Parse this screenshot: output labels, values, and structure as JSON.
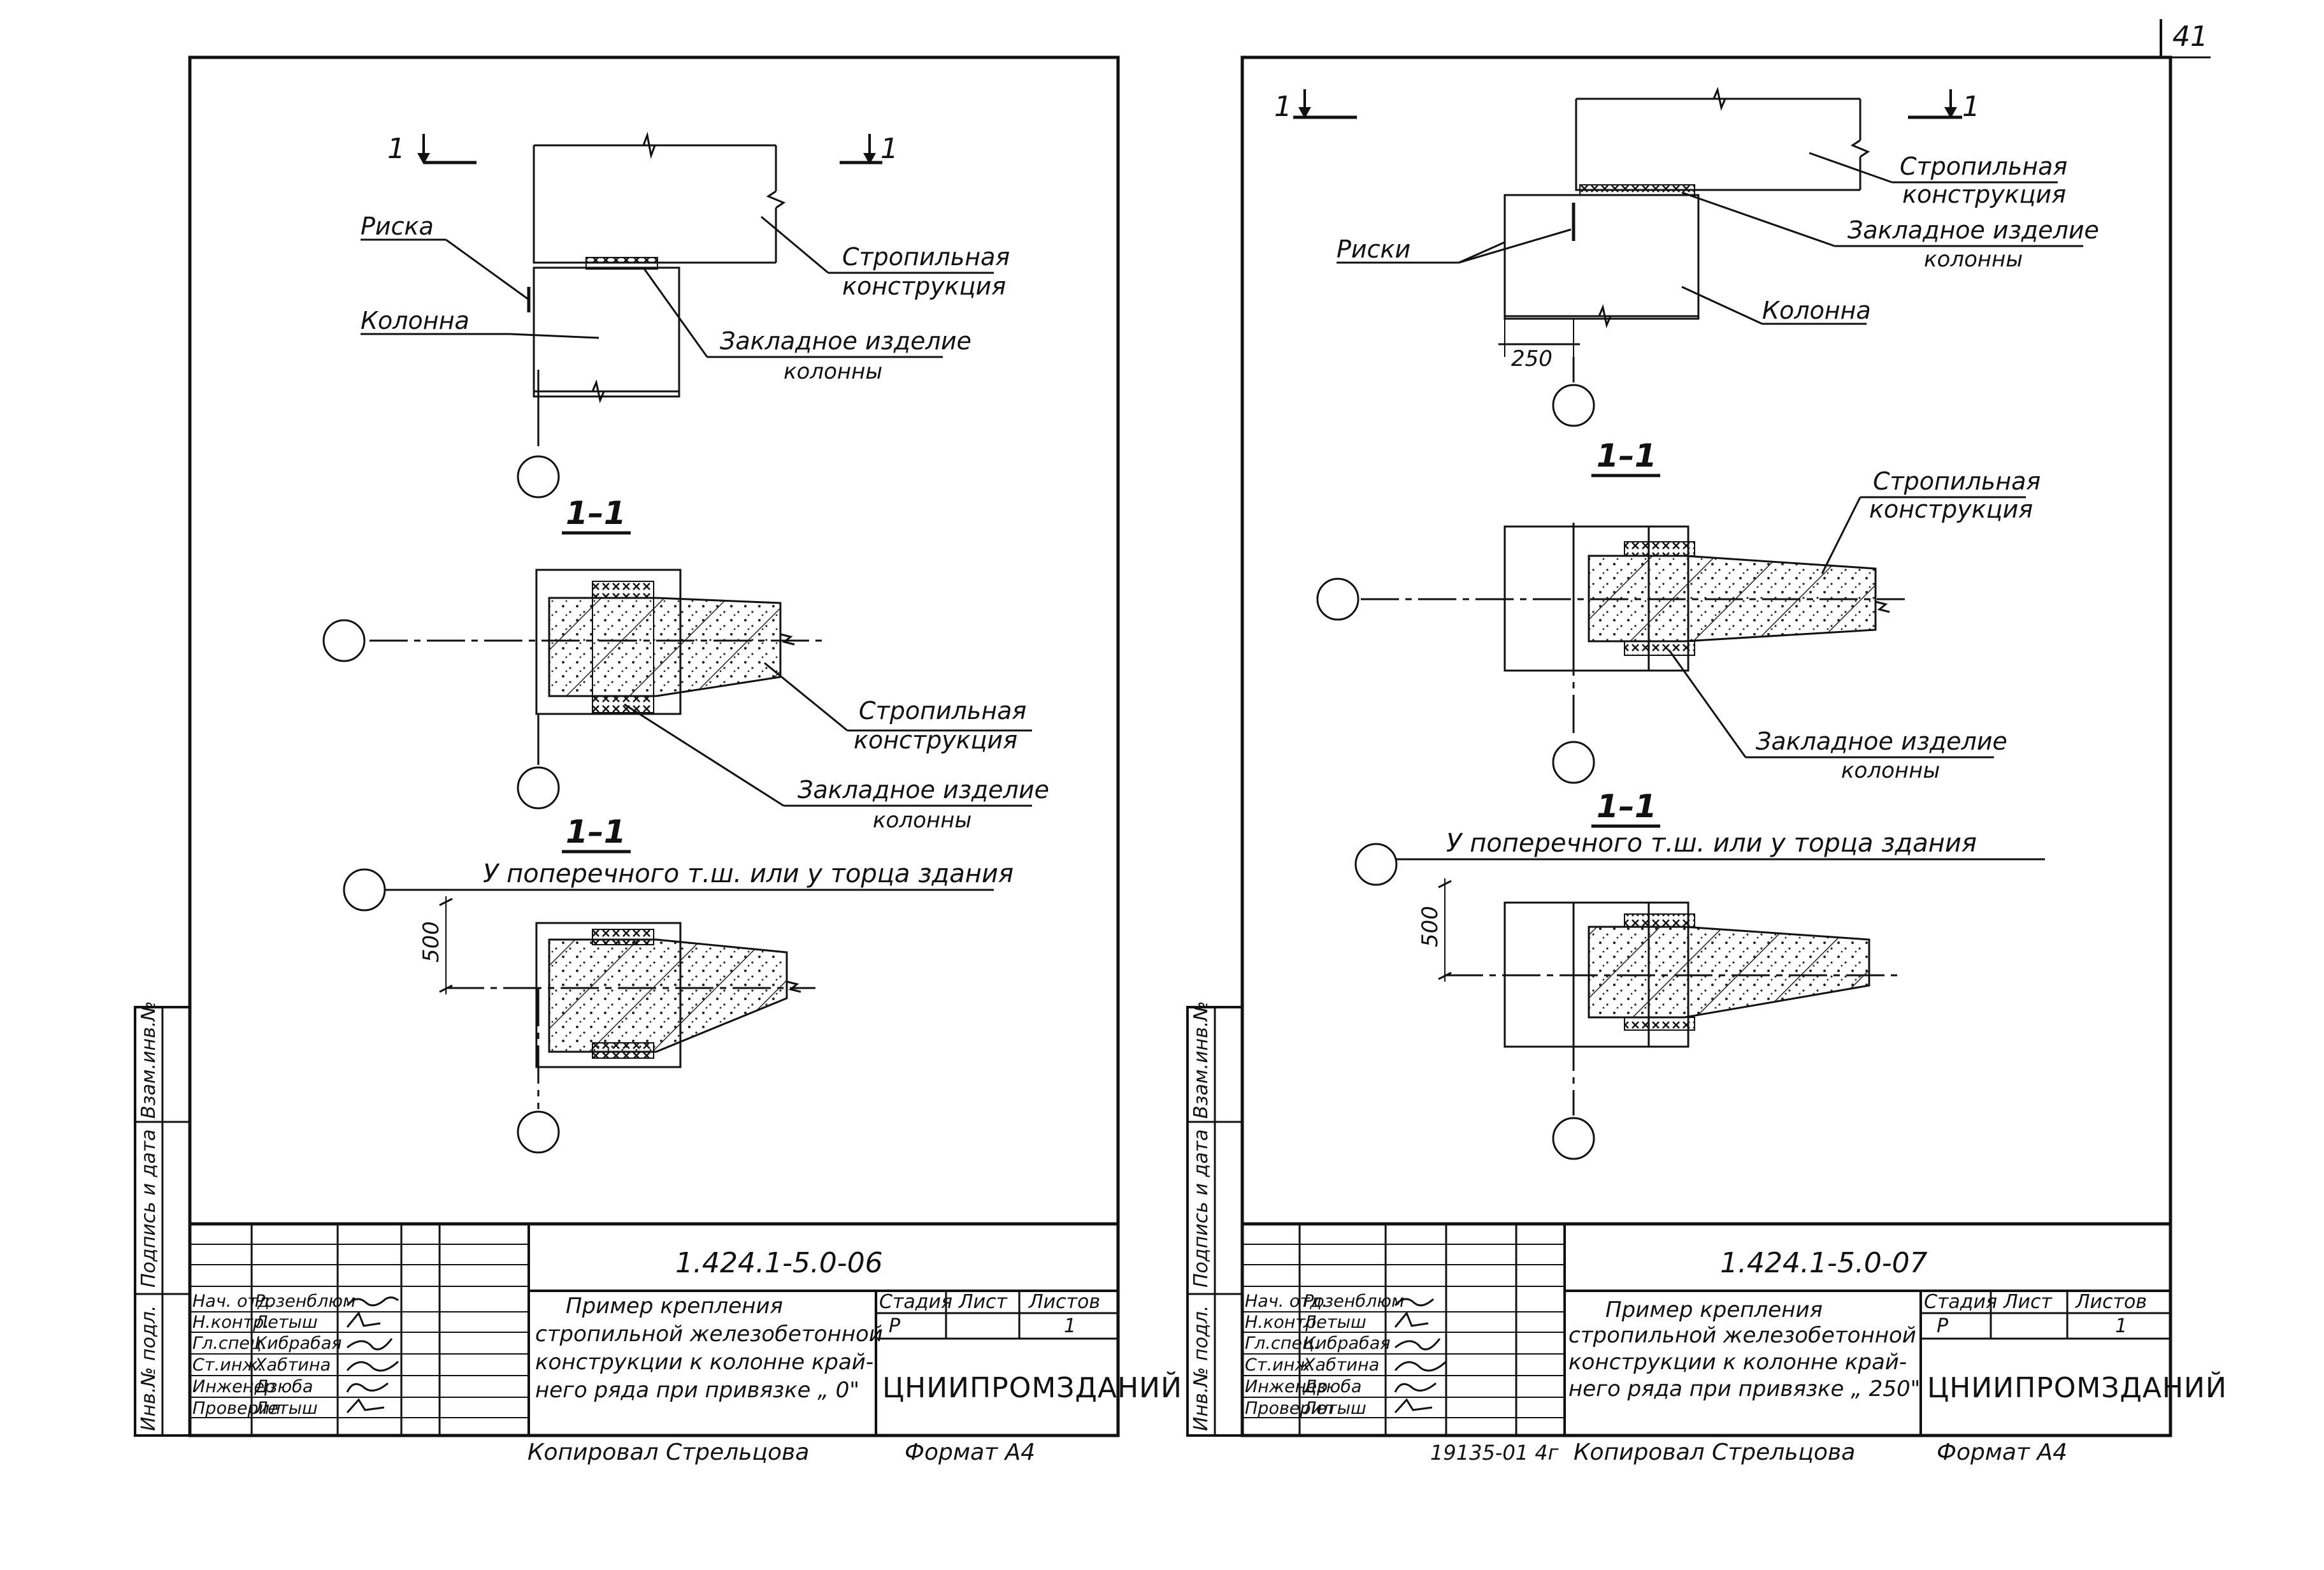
{
  "page_number": "41",
  "side_labels": [
    "Инв.№ подл.",
    "Подпись и дата",
    "Взам.инв.№"
  ],
  "sheets": [
    {
      "plan": {
        "section_mark": "1",
        "risk_label": "Риска",
        "column_label": "Колонна",
        "truss_label": [
          "Стропильная",
          "конструкция"
        ],
        "embed_label": [
          "Закладное изделие",
          "колонны"
        ]
      },
      "section1": {
        "title": "1–1",
        "truss_label": [
          "Стропильная",
          "конструкция"
        ],
        "embed_label": [
          "Закладное изделие",
          "колонны"
        ]
      },
      "section2": {
        "title": "1–1",
        "subtitle": "У поперечного т.ш. или у торца здания",
        "dim": "500"
      },
      "titleblock": {
        "code": "1.424.1-5.0-06",
        "description": [
          "Пример крепления",
          "стропильной железобетонной",
          "конструкции к колонне край-",
          "него ряда при привязке „ 0\""
        ],
        "stage_header": "Стадия",
        "sheet_header": "Лист",
        "sheets_header": "Листов",
        "stage": "Р",
        "sheets_count": "1",
        "org": "ЦНИИПРОМЗДАНИЙ",
        "roles": [
          "Нач. отд.",
          "Н.контр.",
          "Гл.спец.",
          "Ст.инж.",
          "Инженер",
          "Проверил"
        ],
        "names": [
          "Розенблюм",
          "Летыш",
          "Кибрабая",
          "Хабтина",
          "Дзюба",
          "Летыш"
        ],
        "footer_left": "Копировал Стрельцова",
        "footer_right": "Формат А4"
      }
    },
    {
      "plan": {
        "section_mark": "1",
        "risk_label": "Риски",
        "column_label": "Колонна",
        "truss_label": [
          "Стропильная",
          "конструкция"
        ],
        "embed_label": [
          "Закладное изделие",
          "колонны"
        ],
        "dim": "250"
      },
      "section1": {
        "title": "1–1",
        "truss_label": [
          "Стропильная",
          "конструкция"
        ],
        "embed_label": [
          "Закладное изделие",
          "колонны"
        ]
      },
      "section2": {
        "title": "1–1",
        "subtitle": "У поперечного т.ш. или у торца здания",
        "dim": "500"
      },
      "titleblock": {
        "code": "1.424.1-5.0-07",
        "description": [
          "Пример крепления",
          "стропильной железобетонной",
          "конструкции к колонне край-",
          "него ряда при привязке „ 250\""
        ],
        "stage_header": "Стадия",
        "sheet_header": "Лист",
        "sheets_header": "Листов",
        "stage": "Р",
        "sheets_count": "1",
        "org": "ЦНИИПРОМЗДАНИЙ",
        "roles": [
          "Нач. отд.",
          "Н.контр.",
          "Гл.спец.",
          "Ст.инж.",
          "Инженер",
          "Проверил"
        ],
        "names": [
          "Розенблюм",
          "Летыш",
          "Кибрабая",
          "Хабтина",
          "Дзюба",
          "Летыш"
        ],
        "footer_pre": "19135-01 4г",
        "footer_left": "Копировал Стрельцова",
        "footer_right": "Формат А4"
      }
    }
  ]
}
